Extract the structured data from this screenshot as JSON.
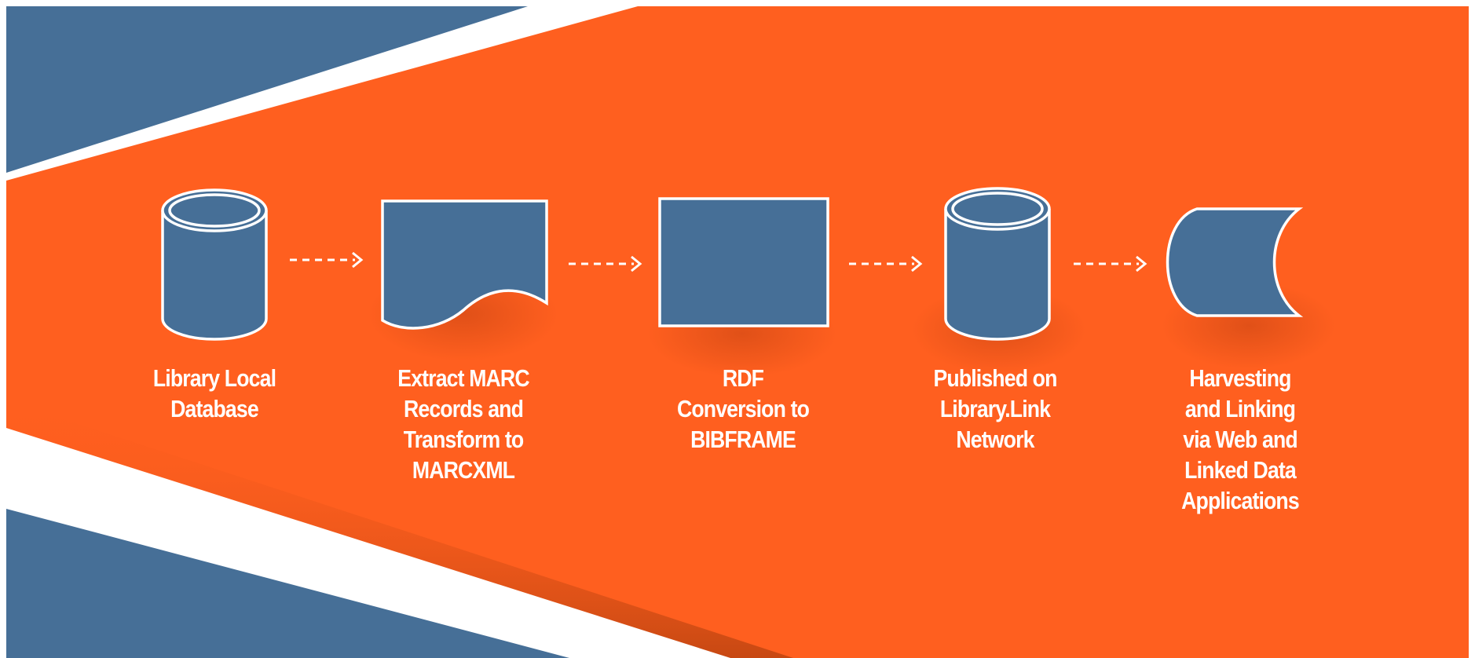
{
  "colors": {
    "background_orange": "#FF5F1F",
    "accent_blue": "#466F97",
    "outline_white": "#FFFFFF"
  },
  "stages": [
    {
      "label": "Library Local\nDatabase",
      "shape": "database-cylinder-icon"
    },
    {
      "label": "Extract MARC\nRecords and\nTransform to\nMARCXML",
      "shape": "document-icon"
    },
    {
      "label": "RDF\nConversion to\nBIBFRAME",
      "shape": "process-rectangle-icon"
    },
    {
      "label": "Published on\nLibrary.Link\nNetwork",
      "shape": "database-cylinder-icon"
    },
    {
      "label": "Harvesting\nand Linking\nvia Web and\nLinked Data\nApplications",
      "shape": "stored-data-icon"
    }
  ],
  "connectors": [
    "dashed-arrow-icon",
    "dashed-arrow-icon",
    "dashed-arrow-icon",
    "dashed-arrow-icon"
  ]
}
